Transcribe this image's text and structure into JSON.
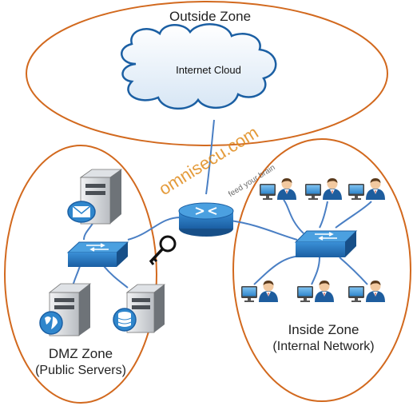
{
  "zones": {
    "outside": {
      "title": "Outside Zone"
    },
    "dmz": {
      "title": "DMZ Zone",
      "subtitle": "(Public Servers)"
    },
    "inside": {
      "title": "Inside Zone",
      "subtitle": "(Internal Network)"
    }
  },
  "cloud": {
    "label": "Internet Cloud"
  },
  "watermark": {
    "brand": "omnisecu.com",
    "tagline": "feed your brain"
  },
  "colors": {
    "zone_outline": "#d2691e",
    "cable": "#4a7fc4",
    "device_blue": "#1e6fb8",
    "server_gray": "#6e7378"
  },
  "icons": [
    "cloud-icon",
    "router-icon",
    "dmz-switch-icon",
    "inside-switch-icon",
    "mail-server-icon",
    "web-server-icon",
    "database-server-icon",
    "key-icon",
    "user-workstation-icon"
  ]
}
